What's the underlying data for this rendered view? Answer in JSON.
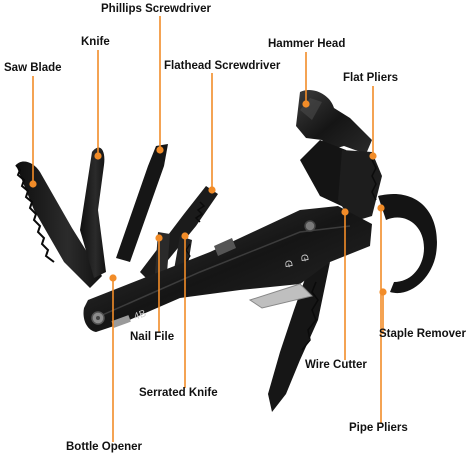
{
  "labels": {
    "phillips": "Phillips Screwdriver",
    "knife": "Knife",
    "hammer": "Hammer Head",
    "saw": "Saw Blade",
    "flathead": "Flathead Screwdriver",
    "flat_pliers": "Flat Pliers",
    "staple": "Staple Remover",
    "nail": "Nail File",
    "wire": "Wire Cutter",
    "serrated": "Serrated Knife",
    "pipe": "Pipe Pliers",
    "bottle": "Bottle Opener"
  },
  "tool_markings": {
    "handle_mark": "4B",
    "tab_mark_1": "Ð",
    "tab_mark_2": "Ð"
  },
  "colors": {
    "leader_line": "#f28c28",
    "dot": "#f28c28",
    "tool_body": "#1a1a1a",
    "tool_highlight": "#3a3a3a",
    "label_text": "#111111"
  }
}
